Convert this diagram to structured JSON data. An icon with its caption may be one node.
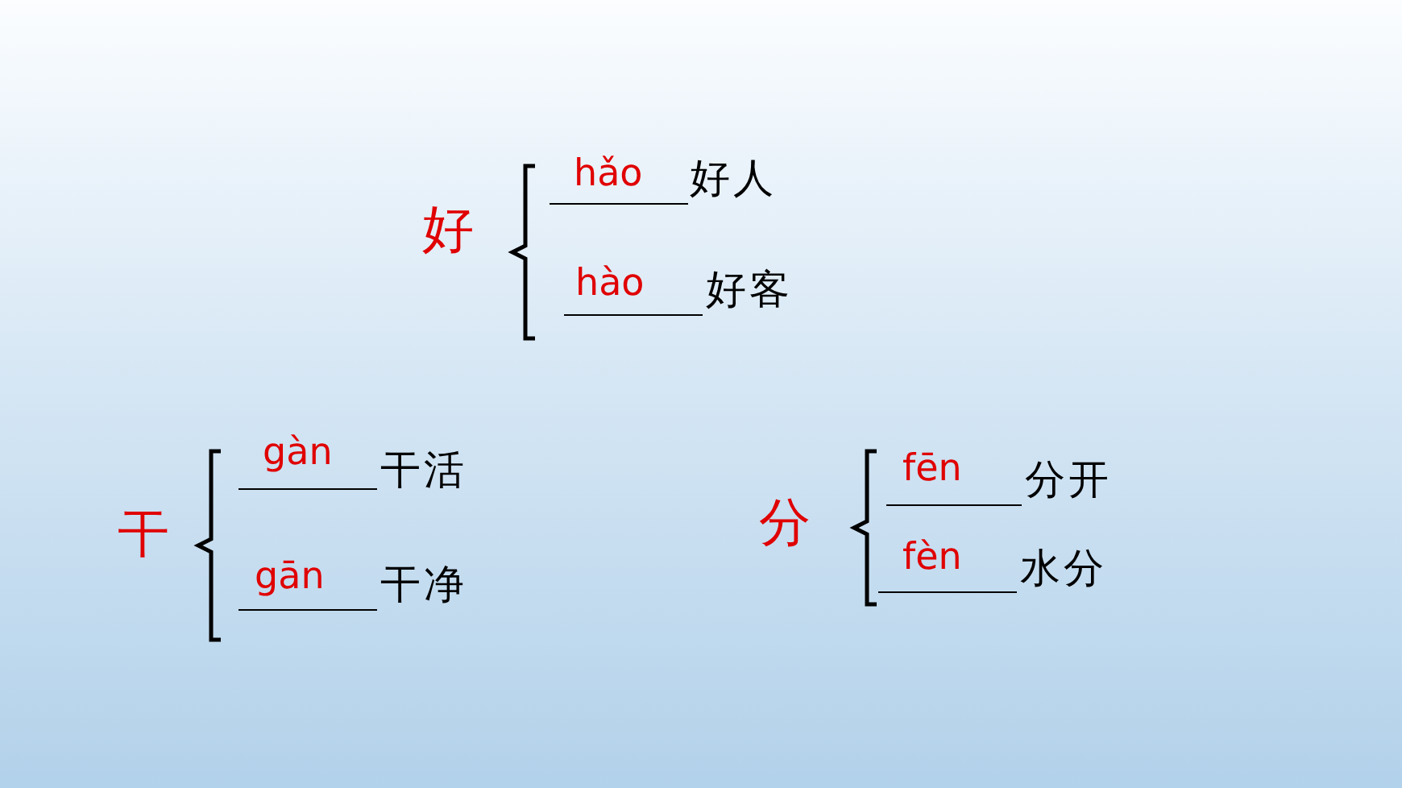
{
  "diagram": {
    "labels": [
      "好",
      "hǎo",
      "好人",
      "hào",
      "好客",
      "干",
      "gàn",
      "干活",
      "gān",
      "干净",
      "分",
      "fēn",
      "分开",
      "fèn",
      "水分"
    ]
  }
}
